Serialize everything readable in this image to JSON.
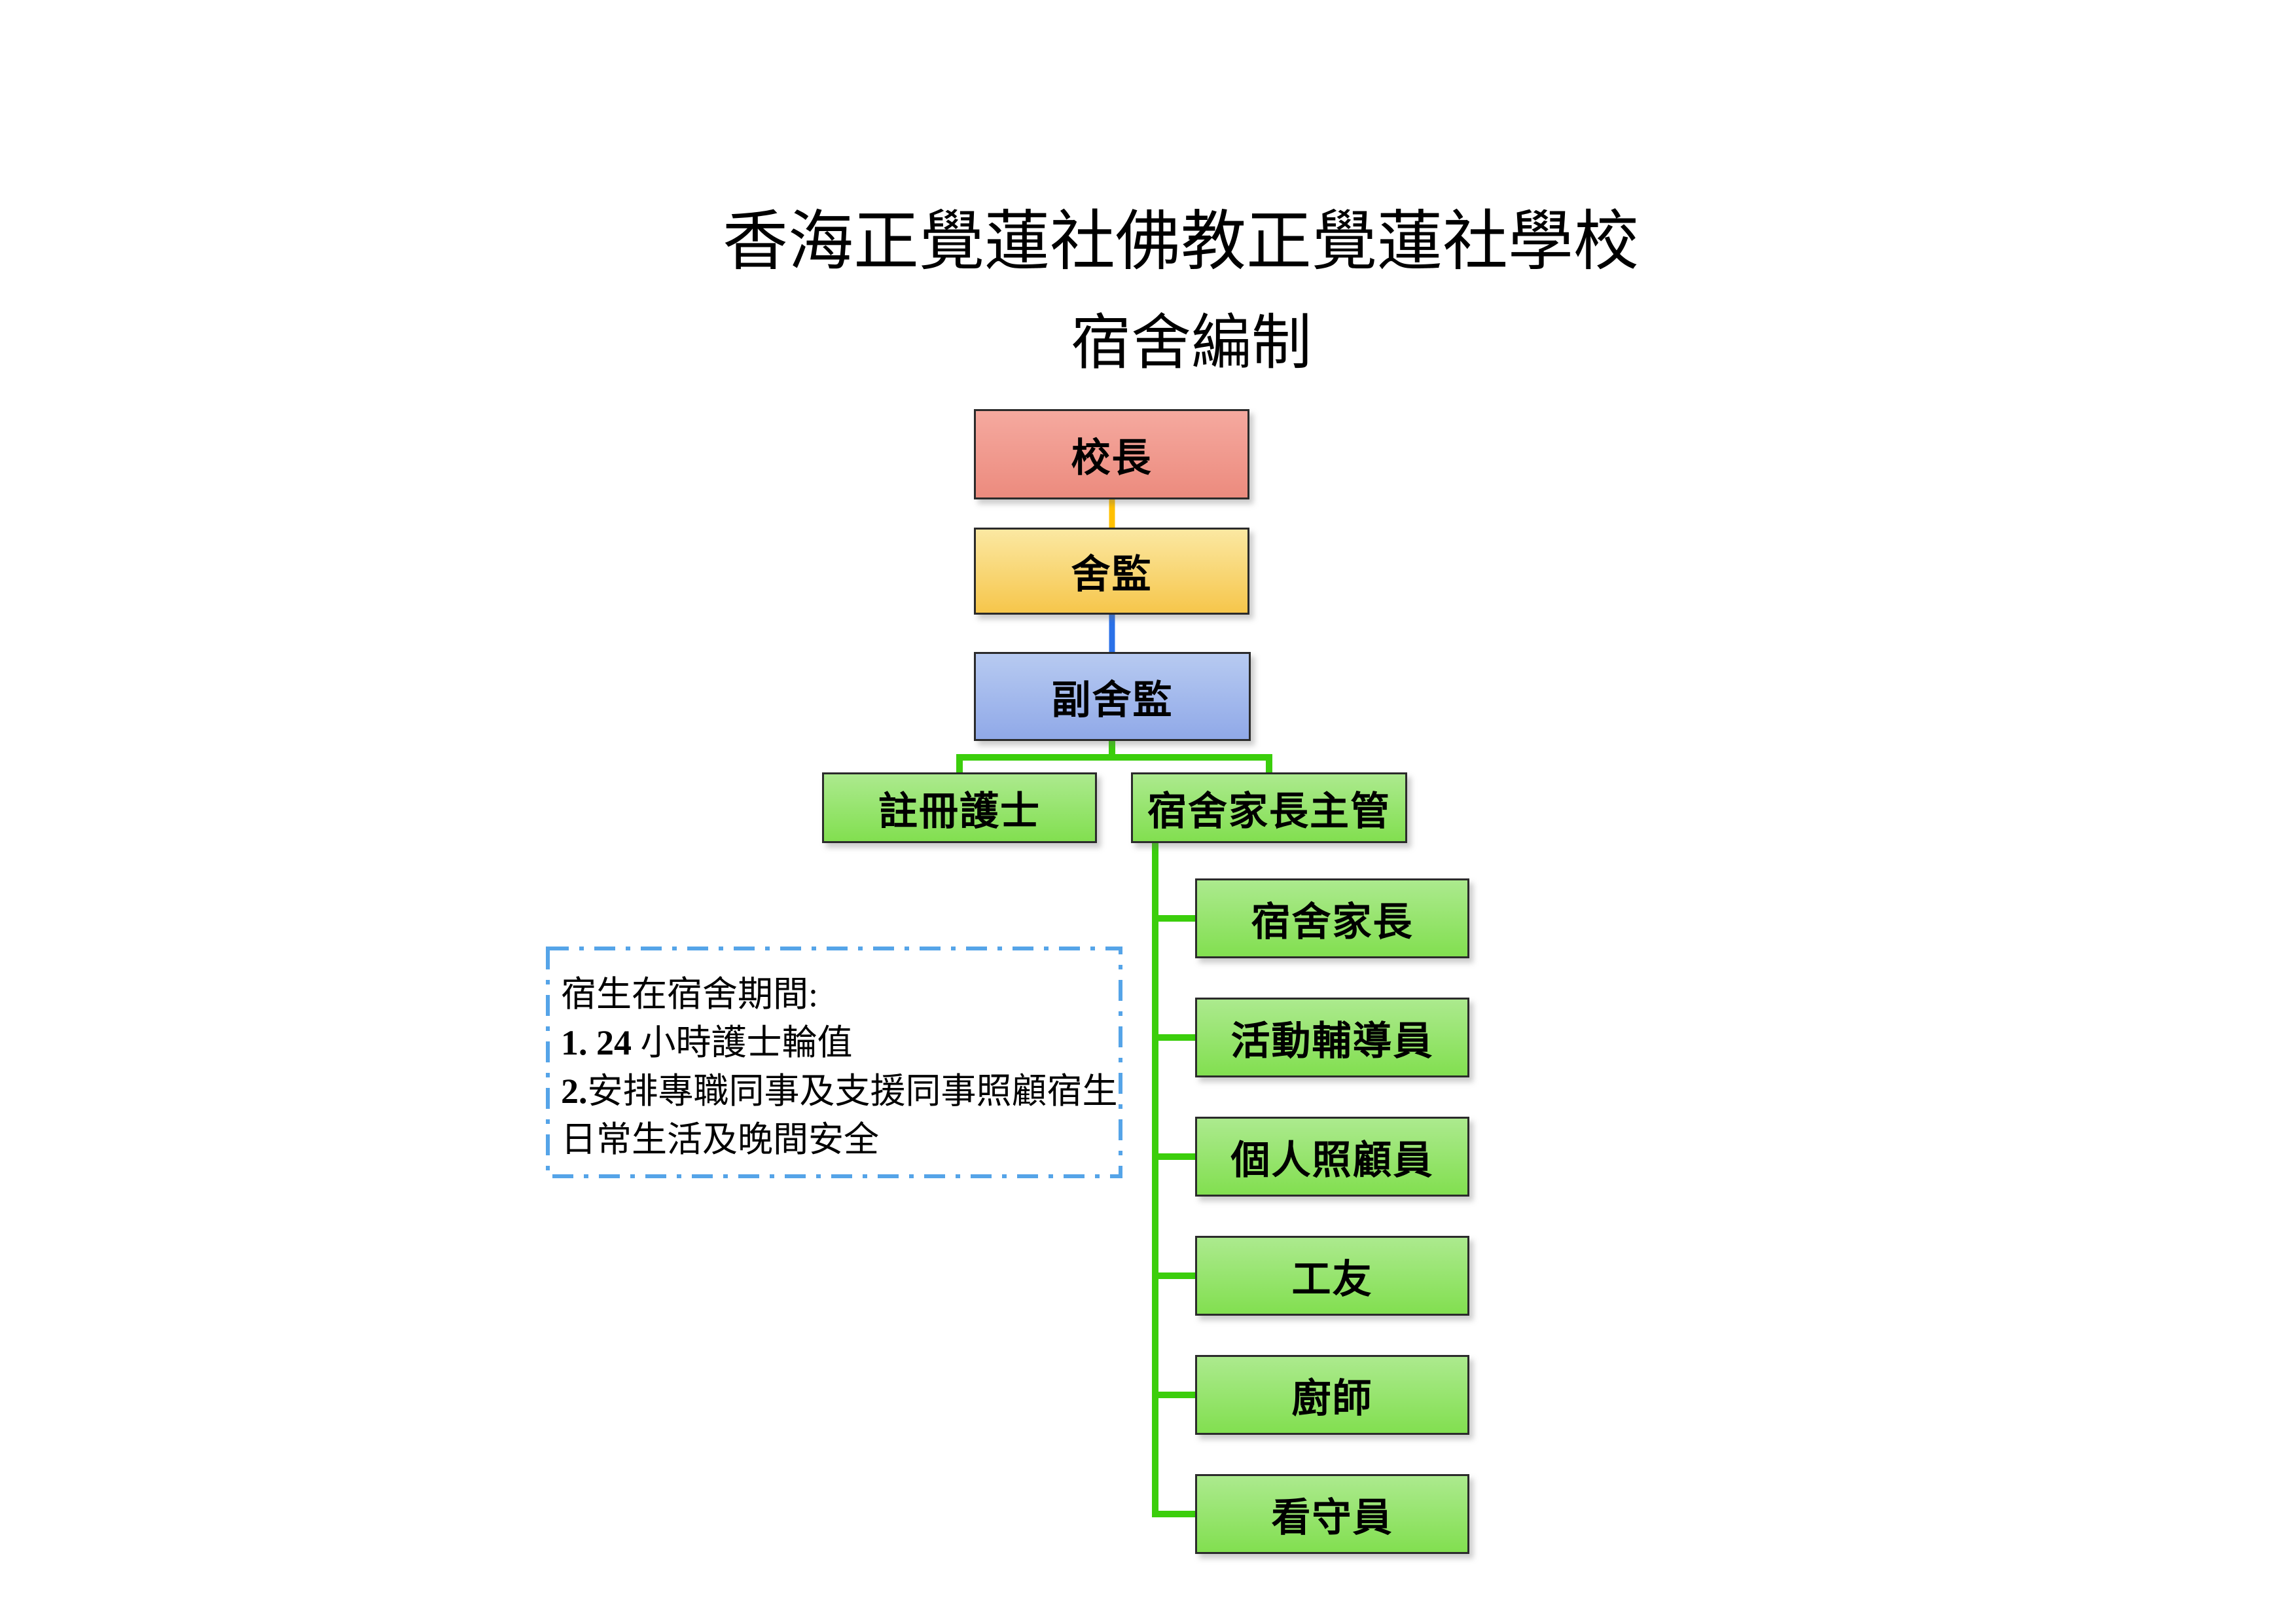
{
  "title": {
    "line1": "香海正覺蓮社佛教正覺蓮社學校",
    "line2": "宿舍編制"
  },
  "org": {
    "principal": "校長",
    "warden": "舍監",
    "deputy_warden": "副舍監",
    "registered_nurse": "註冊護士",
    "houseparent_supervisor": "宿舍家長主管",
    "subordinates": [
      "宿舍家長",
      "活動輔導員",
      "個人照顧員",
      "工友",
      "廚師",
      "看守員"
    ]
  },
  "note": {
    "lines": [
      {
        "prefix": "",
        "text": "宿生在宿舍期間:"
      },
      {
        "prefix": "1. 24",
        "text": " 小時護士輪值"
      },
      {
        "prefix": "2.",
        "text": "安排專職同事及支援同事照顧宿生"
      },
      {
        "prefix": "",
        "text": "日常生活及晚間安全"
      }
    ]
  },
  "colors": {
    "principal_top": "#F5A99F",
    "principal_bottom": "#EC8B7E",
    "warden_top": "#FBE8A2",
    "warden_bottom": "#F6C64B",
    "deputy_top": "#B7CAF1",
    "deputy_bottom": "#90A9E8",
    "staff_top": "#ACEA8E",
    "staff_bottom": "#82DF50",
    "connector_orange": "#FFC000",
    "connector_blue": "#2B71E8",
    "connector_green": "#3BCE0C",
    "note_border": "#55A4E8",
    "box_border": "#2B2B2B",
    "text": "#000000"
  }
}
